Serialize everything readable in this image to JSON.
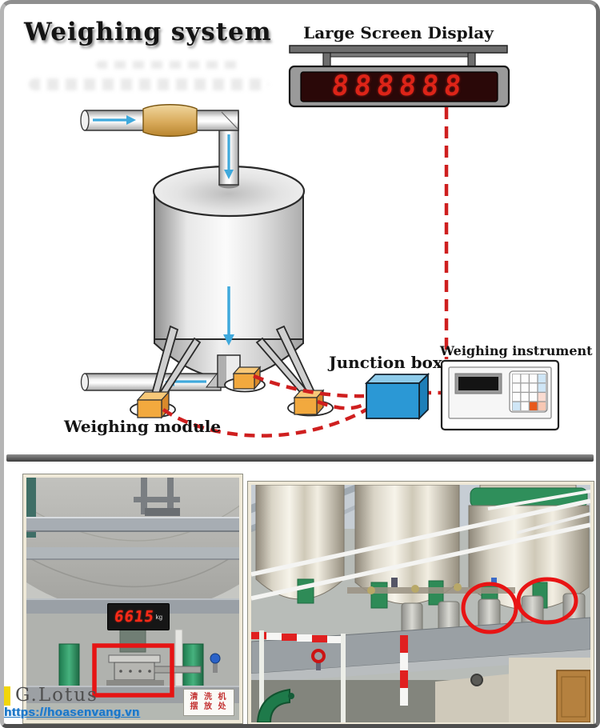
{
  "diagram": {
    "title": "Weighing system",
    "large_display": {
      "label": "Large Screen Display",
      "value": "888888"
    },
    "junction_box": {
      "label": "Junction box"
    },
    "instrument": {
      "label": "Weighing instrument"
    },
    "module": {
      "label": "Weighing module"
    }
  },
  "photos": {
    "left": {
      "led_value": "6615",
      "led_unit": "kg",
      "sign_line1": "清 洗 机",
      "sign_line2": "摆 放 处"
    }
  },
  "watermark": {
    "brand": "G.Lotus",
    "url": "https://hoasenvang.vn"
  },
  "colors": {
    "cable_red": "#cf1f1f",
    "arrow_blue": "#3fa9dc",
    "junction_blue": "#2b98d5",
    "module_orange": "#f2a93e",
    "led_red": "#dd2418",
    "highlight_red": "#e81414"
  }
}
